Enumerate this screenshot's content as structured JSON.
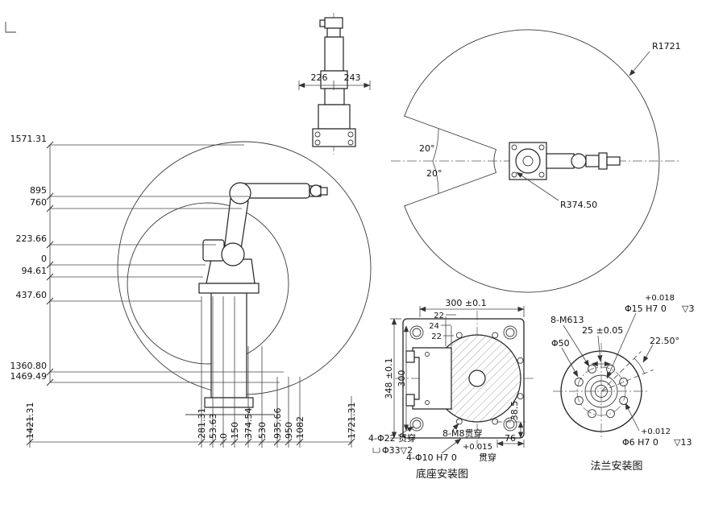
{
  "side_view": {
    "v_dims": [
      "1571.31",
      "895",
      "760",
      "223.66",
      "0",
      "94.61",
      "437.60",
      "1360.80",
      "1469.49"
    ],
    "h_dims": [
      "1421.31",
      "281.31",
      "53.63",
      "0",
      "150",
      "374.54",
      "530",
      "935.66",
      "950",
      "1082",
      "1721.31"
    ]
  },
  "top_view_small": {
    "dim_left": "226",
    "dim_right": "243"
  },
  "envelope": {
    "radius_outer": "R1721",
    "radius_inner": "R374.50",
    "angle_upper": "20°",
    "angle_lower": "20°"
  },
  "base_mount": {
    "title": "底座安装图",
    "dim_width": "300 ±0.1",
    "dim_a": "22",
    "dim_b": "24",
    "dim_c": "22",
    "dim_height": "348 ±0.1",
    "dim_inner_height": "300",
    "dim_offset": "38.5",
    "dim_76": "76",
    "label_m8": "8-M8贯穿",
    "tol_h7": "+0.015",
    "label_h7": "4-Φ10 H7 0",
    "label_h7_suffix": "贯穿",
    "label_holes": "4-Φ22 贯穿",
    "label_cbore": "Φ33▽2"
  },
  "flange_mount": {
    "title": "法兰安装图",
    "tol_15": "+0.018",
    "label_15": "Φ15 H7 0",
    "depth_15": "▽3",
    "label_m6": "8-M613",
    "dim_25": "25 ±0.05",
    "label_50": "Φ50",
    "angle_225": "22.50°",
    "tol_6": "+0.012",
    "label_6": "Φ6 H7 0",
    "depth_6": "▽13"
  }
}
